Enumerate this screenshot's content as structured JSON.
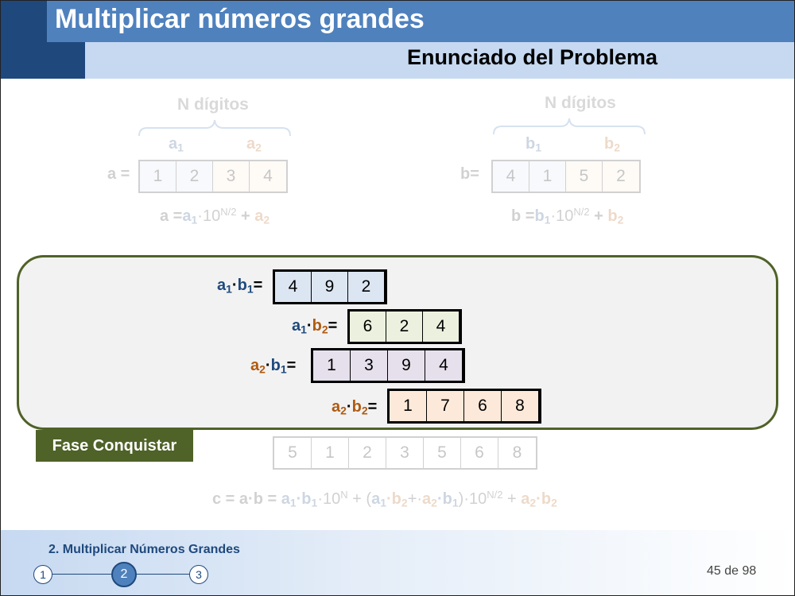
{
  "header": {
    "title": "Multiplicar números grandes",
    "subtitle": "Enunciado del Problema"
  },
  "number_a": {
    "n_digits_label": "N dígitos",
    "part1": "a",
    "part1_sub": "1",
    "part2": "a",
    "part2_sub": "2",
    "label": "a =",
    "digits": [
      "1",
      "2",
      "3",
      "4"
    ],
    "formula": {
      "lhs": "a =",
      "a1": "a",
      "a1_sub": "1",
      "mid": "·10",
      "exp": "N/2",
      "plus": " + ",
      "a2": "a",
      "a2_sub": "2"
    }
  },
  "number_b": {
    "n_digits_label": "N dígitos",
    "part1": "b",
    "part1_sub": "1",
    "part2": "b",
    "part2_sub": "2",
    "label": "b=",
    "digits": [
      "4",
      "1",
      "5",
      "2"
    ],
    "formula": {
      "lhs": "b =",
      "b1": "b",
      "b1_sub": "1",
      "mid": "·10",
      "exp": "N/2",
      "plus": " + ",
      "b2": "b",
      "b2_sub": "2"
    }
  },
  "products": [
    {
      "left": "a",
      "left_sub": "1",
      "dot": "·",
      "right": "b",
      "right_sub": "1",
      "eq": "=",
      "digits": [
        "4",
        "9",
        "2"
      ],
      "color": "#dce6f2"
    },
    {
      "left": "a",
      "left_sub": "1",
      "dot": "·",
      "right": "b",
      "right_sub": "2",
      "eq": "=",
      "digits": [
        "6",
        "2",
        "4"
      ],
      "color": "#ebf1de"
    },
    {
      "left": "a",
      "left_sub": "2",
      "dot": "·",
      "right": "b",
      "right_sub": "1",
      "eq": "=",
      "digits": [
        "1",
        "3",
        "9",
        "4"
      ],
      "color": "#e6e0ec"
    },
    {
      "left": "a",
      "left_sub": "2",
      "dot": "·",
      "right": "b",
      "right_sub": "2",
      "eq": "=",
      "digits": [
        "1",
        "7",
        "6",
        "8"
      ],
      "color": "#fde9d9"
    }
  ],
  "phase_label": "Fase Conquistar",
  "result": {
    "digits": [
      "5",
      "1",
      "2",
      "3",
      "5",
      "6",
      "8"
    ],
    "formula": {
      "c": "c = a·b = ",
      "a1b1": "a",
      "a1b1_s1": "1",
      "a1b1_mid": "·b",
      "a1b1_s2": "1",
      "pow1": "·10",
      "exp1": "N",
      "paren_open": " + (",
      "t2a": "a",
      "t2a_s": "1",
      "t2b": "·b",
      "t2b_s": "2",
      "plusdot": "+·",
      "t3a": "a",
      "t3a_s": "2",
      "t3b": "·b",
      "t3b_s": "1",
      "paren_close": ")",
      "pow2": "·10",
      "exp2": "N/2",
      "plus3": " + ",
      "t4a": "a",
      "t4a_s": "2",
      "t4b": "·b",
      "t4b_s": "2"
    }
  },
  "footer": {
    "section_title": "2. Multiplicar Números Grandes",
    "steps": [
      "1",
      "2",
      "3"
    ],
    "active_step": 2,
    "page": "45 de 98"
  },
  "colors": {
    "title_bar": "#4f81bd",
    "dark_blue": "#1f497d",
    "subtitle_bar": "#c6d9f1",
    "panel_border": "#4f6228",
    "orange_text": "#b05a10"
  }
}
